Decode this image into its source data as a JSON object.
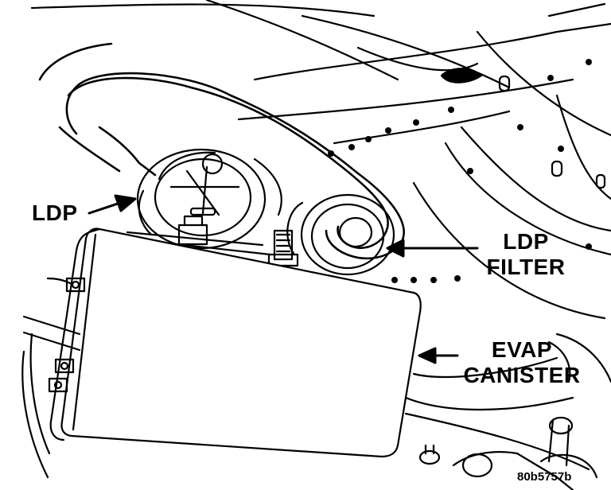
{
  "diagram": {
    "ink_color": "#000000",
    "paper_color": "#ffffff",
    "callouts": {
      "ldp": "LDP",
      "ldp_filter_line1": "LDP",
      "ldp_filter_line2": "FILTER",
      "evap_canister_line1": "EVAP",
      "evap_canister_line2": "CANISTER"
    },
    "figure_reference": "80b5757b"
  }
}
